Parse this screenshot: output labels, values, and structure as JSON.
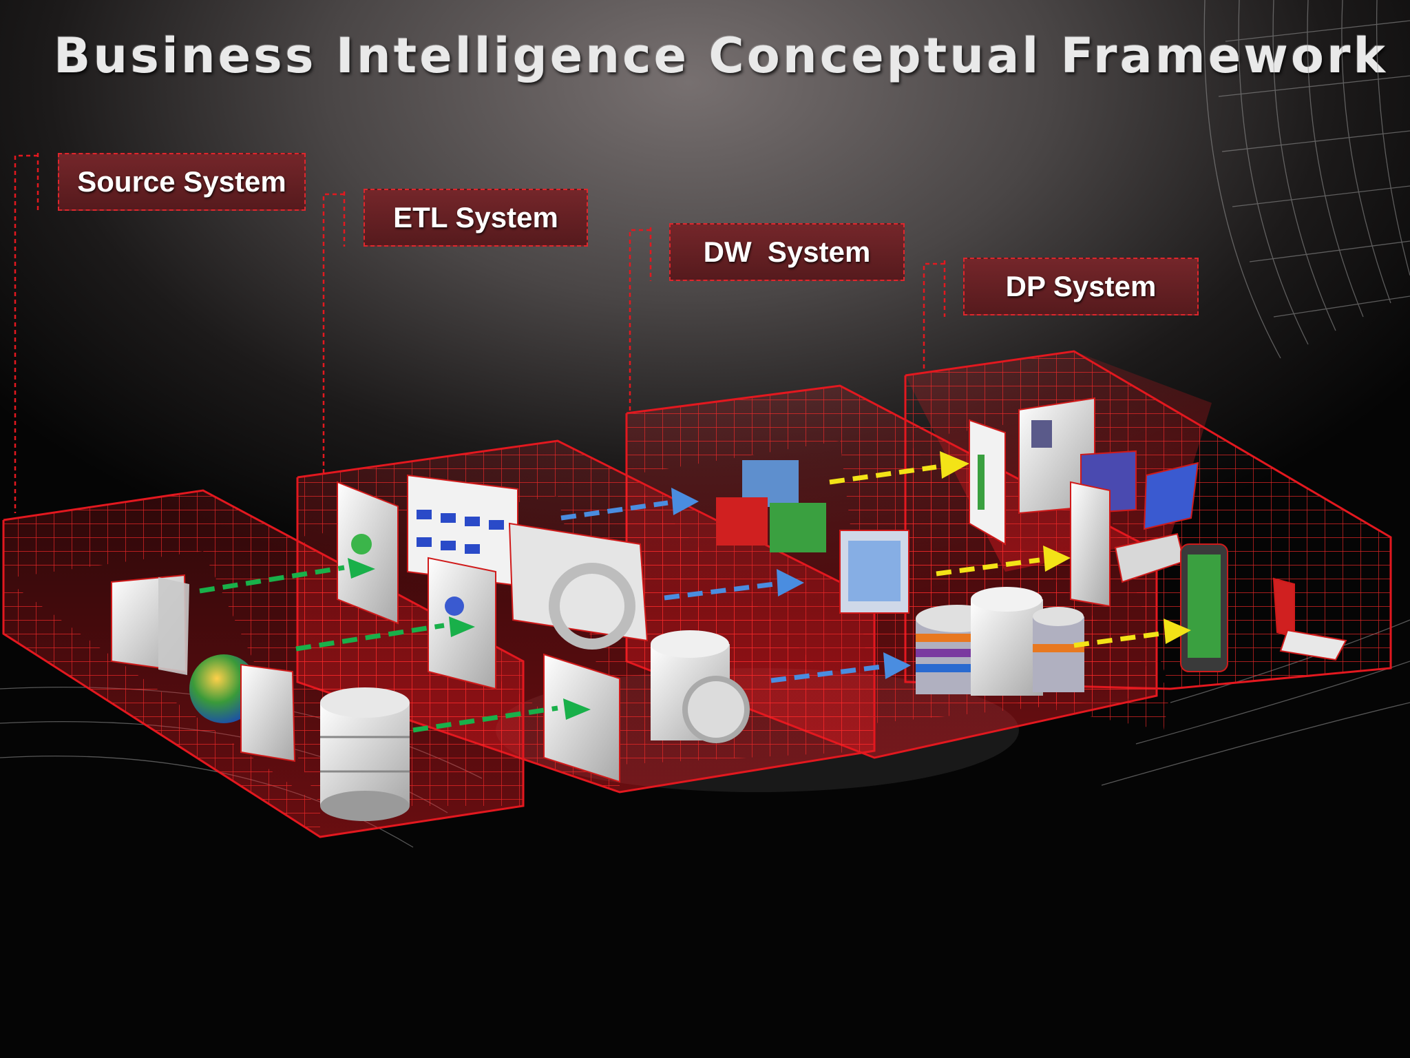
{
  "title": "Business Intelligence Conceptual Framework",
  "stages": [
    {
      "label": "Source System"
    },
    {
      "label": "ETL System"
    },
    {
      "label": "DW  System"
    },
    {
      "label": "DP System"
    }
  ],
  "colors": {
    "grid_red": "#e3181f",
    "label_fill": "#6a2124",
    "flow_green": "#19b04a",
    "flow_blue": "#4a8de0",
    "flow_yellow": "#f3e317"
  },
  "icons": [
    "document-icon",
    "globe-icon",
    "database-icon",
    "report-sheet-icon",
    "gear-icon",
    "cube-icon",
    "database-stack-icon",
    "server-icon",
    "laptop-icon",
    "mobile-phone-icon",
    "tablet-icon"
  ]
}
